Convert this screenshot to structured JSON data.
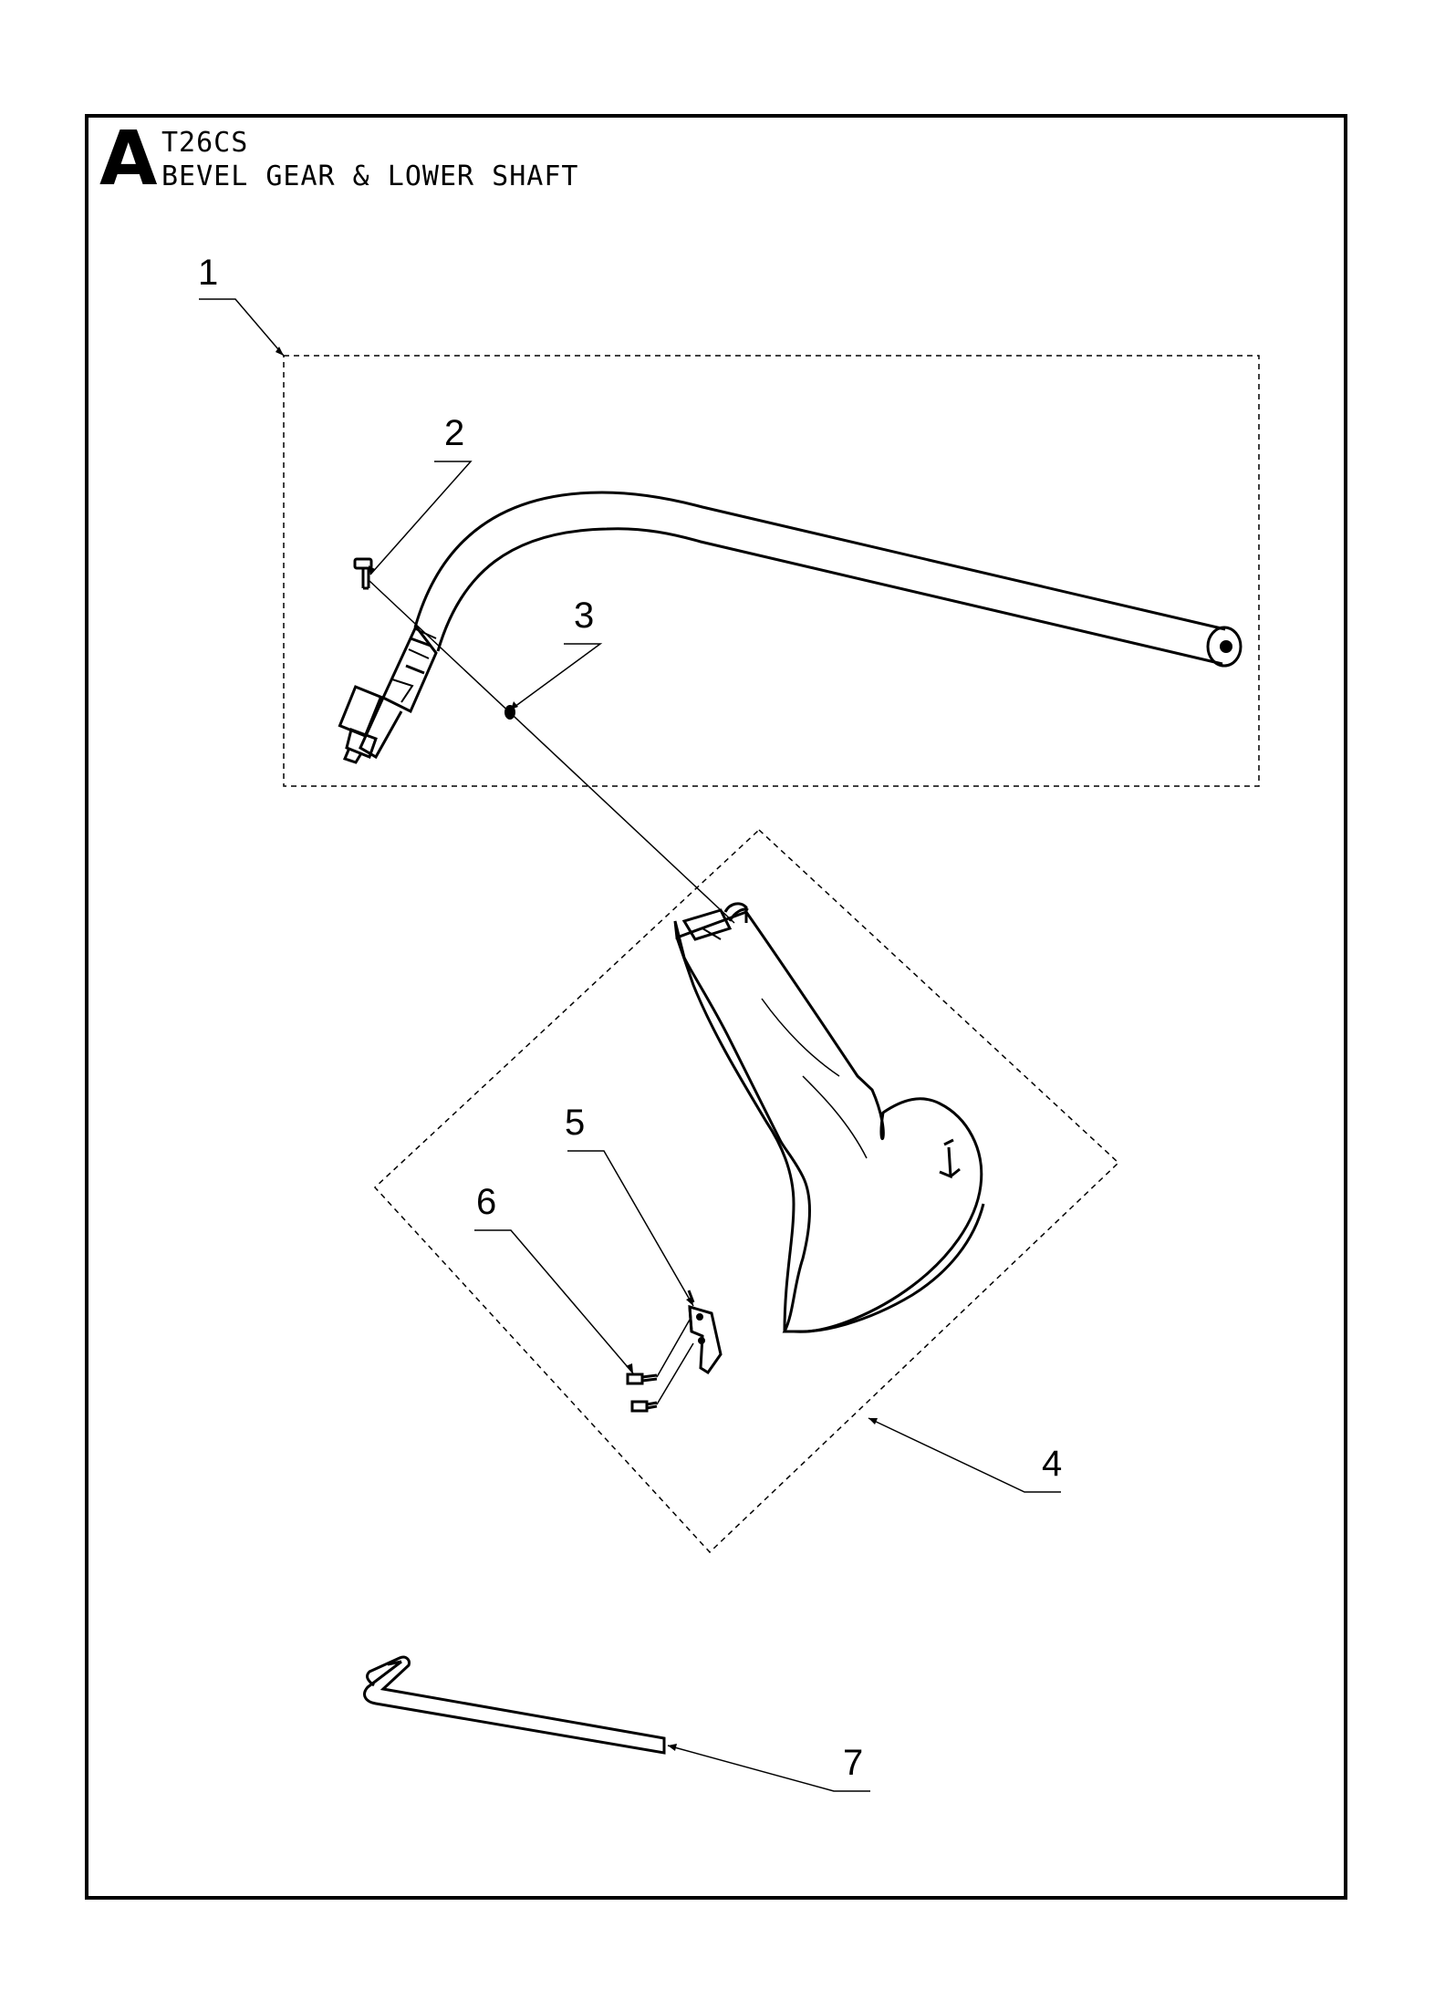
{
  "header": {
    "section_letter": "A",
    "model": "T26CS",
    "title": "BEVEL GEAR & LOWER SHAFT"
  },
  "callouts": [
    {
      "number": "1",
      "part": "lower-shaft-assembly"
    },
    {
      "number": "2",
      "part": "screw"
    },
    {
      "number": "3",
      "part": "pin"
    },
    {
      "number": "4",
      "part": "guard-assembly"
    },
    {
      "number": "5",
      "part": "clamp-bracket"
    },
    {
      "number": "6",
      "part": "screws"
    },
    {
      "number": "7",
      "part": "hex-key"
    }
  ],
  "colors": {
    "ink": "#000000",
    "paper": "#ffffff"
  }
}
